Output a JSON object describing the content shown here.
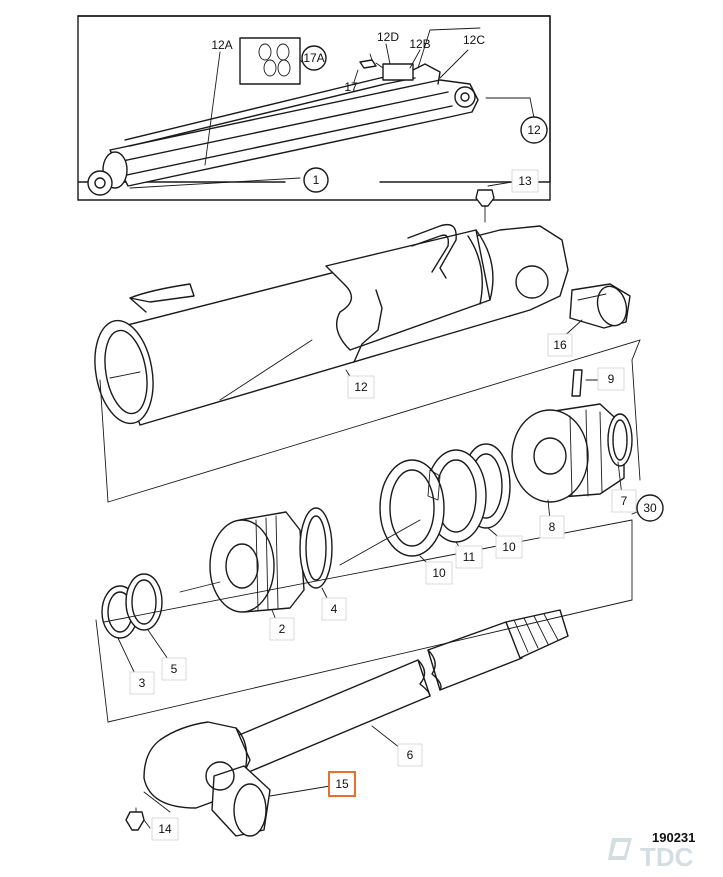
{
  "drawing_number": "190231",
  "watermark": "TDC",
  "colors": {
    "highlight": "#e8702a",
    "line": "#1a1a1a",
    "watermark": "#d4dee2"
  },
  "callouts": {
    "c1": "1",
    "c12A": "12A",
    "c12D": "12D",
    "c12B": "12B",
    "c12C": "12C",
    "c17A": "17A",
    "c17": "17",
    "c12_inset": "12",
    "c13": "13",
    "c12": "12",
    "c16": "16",
    "c9": "9",
    "c7": "7",
    "c30": "30",
    "c8": "8",
    "c10a": "10",
    "c11": "11",
    "c10b": "10",
    "c4": "4",
    "c2": "2",
    "c3": "3",
    "c5": "5",
    "c6": "6",
    "c15": "15",
    "c14": "14"
  }
}
